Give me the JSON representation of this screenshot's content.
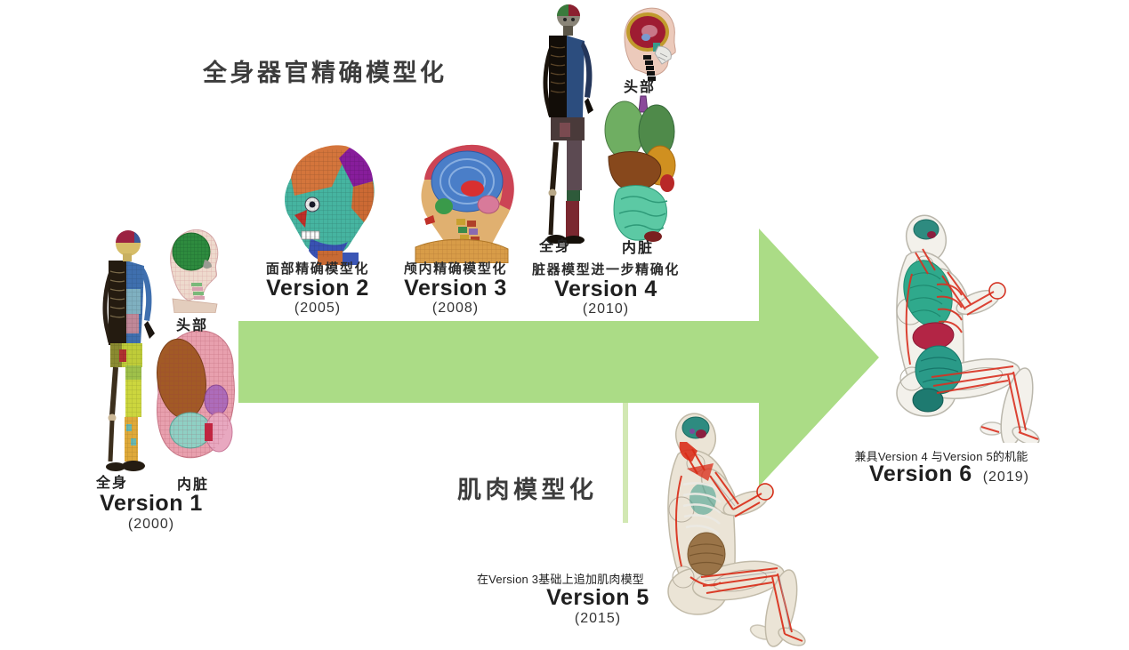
{
  "sections": {
    "organ_modeling_title": "全身器官精确模型化",
    "muscle_modeling_title": "肌肉模型化"
  },
  "versions": [
    {
      "name": "Version 1",
      "year": "(2000)",
      "labels": {
        "body": "全身",
        "head": "头部",
        "organs": "内脏"
      }
    },
    {
      "name": "Version 2",
      "year": "(2005)",
      "caption": "面部精确模型化"
    },
    {
      "name": "Version 3",
      "year": "(2008)",
      "caption": "颅内精确模型化"
    },
    {
      "name": "Version 4",
      "year": "(2010)",
      "caption": "脏器模型进一步精确化",
      "labels": {
        "body": "全身",
        "head": "头部",
        "organs": "内脏"
      }
    },
    {
      "name": "Version 5",
      "year": "(2015)",
      "caption": "在Version 3基础上追加肌肉模型"
    },
    {
      "name": "Version 6",
      "year": "(2019)",
      "caption": "兼具Version 4 与Version 5的机能"
    }
  ],
  "colors": {
    "arrow_green": "#abdc86",
    "arrow_strip": "#cde6ab",
    "title_text": "#3c3c3c",
    "version_text": "#1f1f1f"
  }
}
